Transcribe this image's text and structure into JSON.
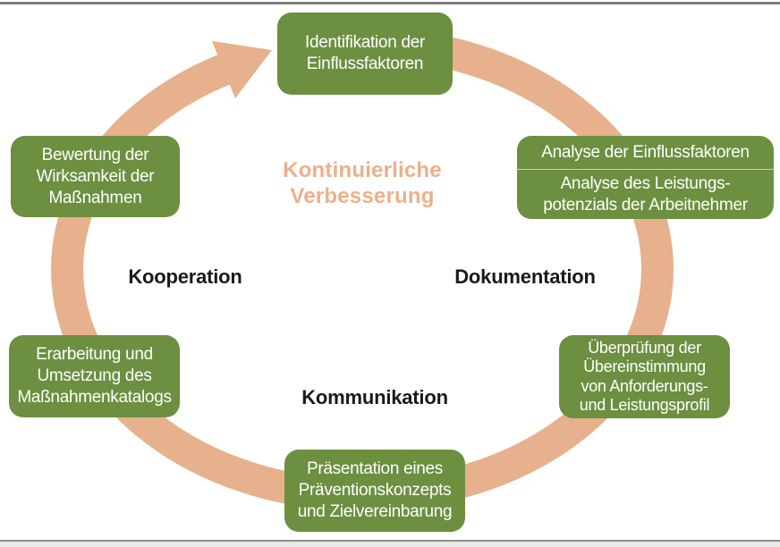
{
  "center": {
    "title_line1": "Kontinuierliche",
    "title_line2": "Verbesserung"
  },
  "zone_labels": {
    "left": "Kooperation",
    "right": "Dokumentation",
    "bottom": "Kommunikation"
  },
  "boxes": {
    "top": {
      "lines": [
        "Identifikation der",
        "Einflussfaktoren"
      ]
    },
    "analyse": {
      "line1": "Analyse der Einflussfaktoren",
      "lines2": [
        "Analyse des Leistungs-",
        "potenzials der Arbeitnehmer"
      ]
    },
    "ueberpruefung": {
      "lines": [
        "Überprüfung der",
        "Übereinstimmung",
        "von Anforderungs-",
        "und Leistungsprofil"
      ]
    },
    "praesentation": {
      "lines": [
        "Präsentation eines",
        "Präventionskonzepts",
        "und Zielvereinbarung"
      ]
    },
    "erarbeitung": {
      "lines": [
        "Erarbeitung und",
        "Umsetzung des",
        "Maßnahmenkatalogs"
      ]
    },
    "bewertung": {
      "lines": [
        "Bewertung der",
        "Wirksamkeit der",
        "Maßnahmen"
      ]
    }
  },
  "colors": {
    "box_green": "#6C8F40",
    "ring_salmon": "#E6B18C",
    "center_text_salmon": "#EBB08A",
    "label_black": "#1A1A1A",
    "top_rule_gray": "#7F7F7F",
    "bottom_rule_gray": "#8F8F8F",
    "bottom_strip_gray": "#EAEAE8"
  }
}
